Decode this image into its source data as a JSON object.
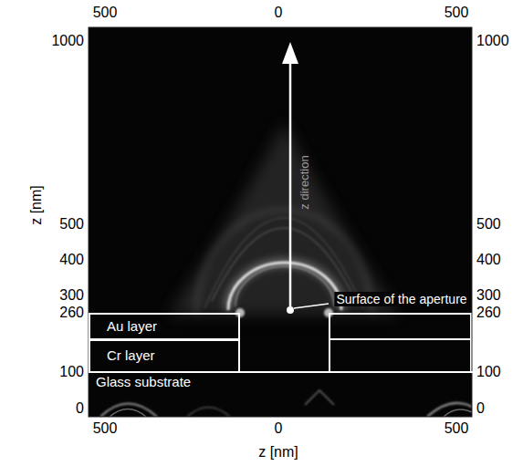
{
  "diagram": {
    "nodes": [
      {
        "text": [
          "Au layer"
        ]
      },
      {
        "text": [
          "Cr layer"
        ]
      },
      {
        "text": [
          "Glass substrate"
        ]
      }
    ],
    "labels": [
      "500",
      "0",
      "500",
      "1000",
      "500",
      "400",
      "300",
      "260",
      "100",
      "0",
      "1000",
      "500",
      "400",
      "300",
      "260",
      "100",
      "0",
      "z [nm]",
      "500",
      "0",
      "500",
      "z [nm]",
      "z direction",
      "Surface of the aperture"
    ]
  }
}
